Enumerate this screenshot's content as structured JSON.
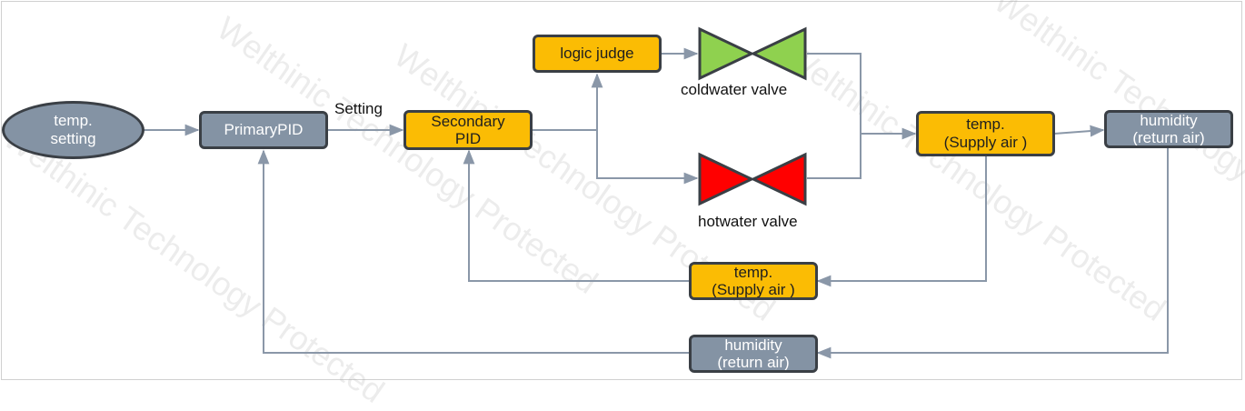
{
  "nodes": {
    "temp_setting": "temp.\nsetting",
    "primary_pid": "PrimaryPID",
    "secondary_pid": "Secondary\nPID",
    "logic_judge": "logic judge",
    "temp_supply_main": "temp.\n(Supply air )",
    "humidity_main": "humidity\n(return air)",
    "temp_supply_feedback": "temp.\n(Supply air )",
    "humidity_feedback": "humidity\n(return air)"
  },
  "labels": {
    "setting": "Setting",
    "coldwater_valve": "coldwater valve",
    "hotwater_valve": "hotwater valve"
  },
  "colors": {
    "gray_node": "#8493a4",
    "yellow_node": "#fbbc04",
    "cold_valve": "#8fd14f",
    "hot_valve": "#ff0000",
    "wire": "#8a97a8"
  },
  "watermark": "Welthinic Technology Protected"
}
